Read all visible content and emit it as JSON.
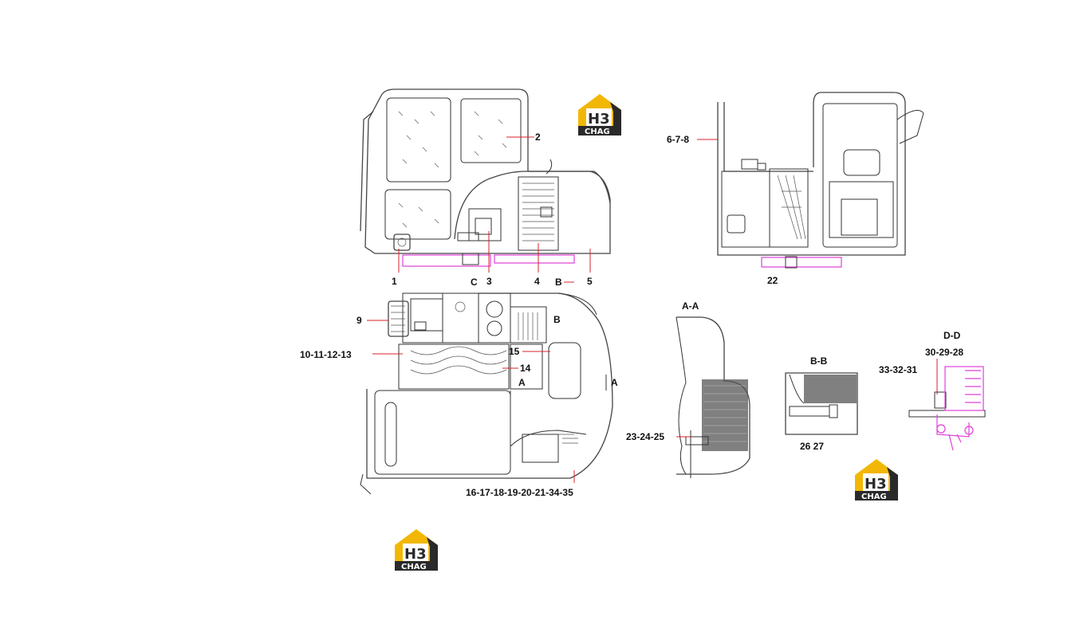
{
  "diagram": {
    "labels": {
      "l1": "1",
      "l2": "2",
      "l3": "3",
      "l4": "4",
      "l5": "5",
      "l678": "6-7-8",
      "l9": "9",
      "l10to13": "10-11-12-13",
      "l14": "14",
      "l15": "15",
      "l16to35": "16-17-18-19-20-21-34-35",
      "l22": "22",
      "l232425": "23-24-25",
      "l2627": "26 27",
      "l302928": "30-29-28",
      "l333231": "33-32-31",
      "c": "C",
      "b_top": "B",
      "b_mid": "B",
      "a_left": "A",
      "a_right": "A"
    },
    "sections": {
      "aa": "A-A",
      "bb": "B-B",
      "dd": "D-D"
    }
  },
  "logo": {
    "mark": "H3",
    "text": "CHAG",
    "colors": {
      "yellow": "#f2b705",
      "dark": "#2a2a2a"
    }
  }
}
